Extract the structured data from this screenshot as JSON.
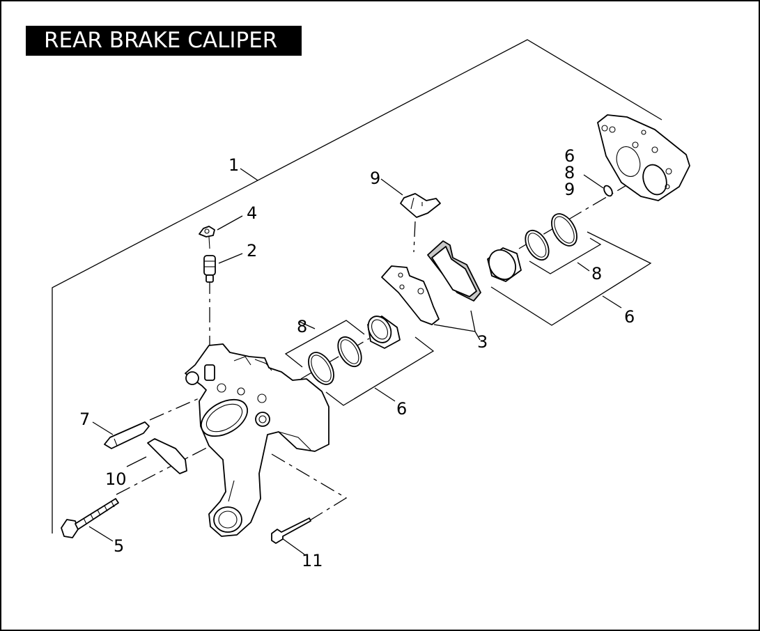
{
  "diagram": {
    "title": "REAR BRAKE CALIPER",
    "callouts": {
      "c1": "1",
      "c2": "2",
      "c3": "3",
      "c4": "4",
      "c5": "5",
      "c6a": "6",
      "c6b": "6",
      "c6c": "6",
      "c7": "7",
      "c8a": "8",
      "c8b": "8",
      "c8c": "8",
      "c9a": "9",
      "c9b": "9",
      "c10": "10",
      "c11": "11"
    }
  },
  "colors": {
    "ink": "#000000",
    "paper": "#ffffff",
    "title_bg": "#000000",
    "title_fg": "#ffffff",
    "pad_shade": "#c8c8c8"
  }
}
